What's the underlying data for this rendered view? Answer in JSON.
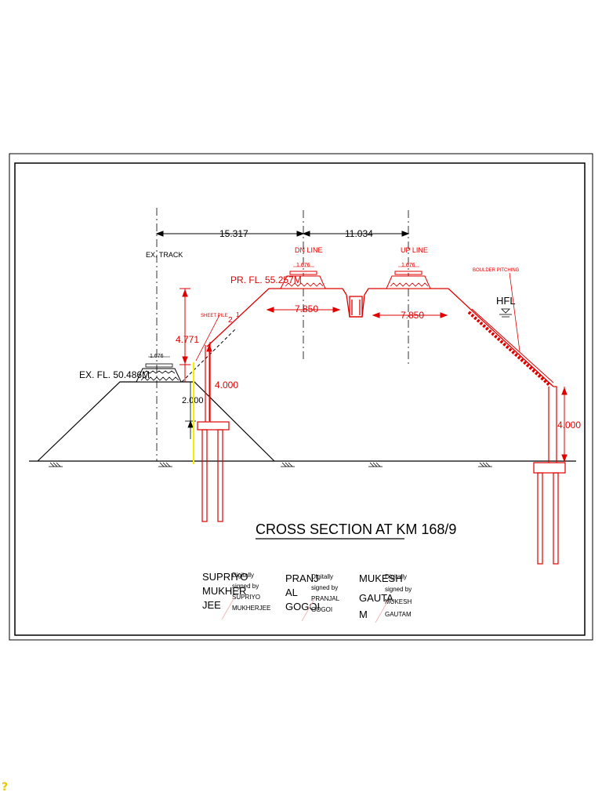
{
  "drawing": {
    "title": "CROSS SECTION AT KM  168/9",
    "colors": {
      "line": "#000000",
      "proposed": "#e00000",
      "sheet_pile": "#f0f000"
    },
    "dimensions": {
      "left_span": "15.317",
      "right_span": "11.034",
      "track_gauge_ex": "1.676",
      "track_gauge_dn": "1.676",
      "track_gauge_up": "1.676",
      "dn_formation_width": "7.850",
      "up_formation_width": "7.850",
      "height_left": "4.771",
      "pile_height_left": "4.000",
      "pile_height_right": "4.000",
      "ex_depth": "2.000",
      "slope": "2"
    },
    "labels": {
      "ex_track": "EX. TRACK",
      "dn_line": "DN LINE",
      "up_line": "UP LINE",
      "pr_fl": "PR. FL. 55.257M",
      "ex_fl": "EX. FL. 50.486M",
      "sheet_pile": "SHEET PILE",
      "boulder_pitching": "BOULDER PITCHING",
      "hfl": "HFL",
      "slope_marker": "1"
    }
  },
  "signatures": [
    {
      "name_lines": [
        "SUPRIYO",
        "MUKHER",
        "JEE"
      ],
      "stamp_lines": [
        "Digitally",
        "signed by",
        "SUPRIYO",
        "MUKHERJEE"
      ]
    },
    {
      "name_lines": [
        "PRANJ",
        "AL",
        "GOGOI"
      ],
      "stamp_lines": [
        "Digitally",
        "signed by",
        "PRANJAL",
        "GOGOI"
      ]
    },
    {
      "name_lines": [
        "MUKESH",
        "GAUTA",
        "M"
      ],
      "stamp_lines": [
        "Digitally",
        "signed by",
        "MUKESH",
        "GAUTAM"
      ]
    }
  ],
  "corner_mark": "?"
}
